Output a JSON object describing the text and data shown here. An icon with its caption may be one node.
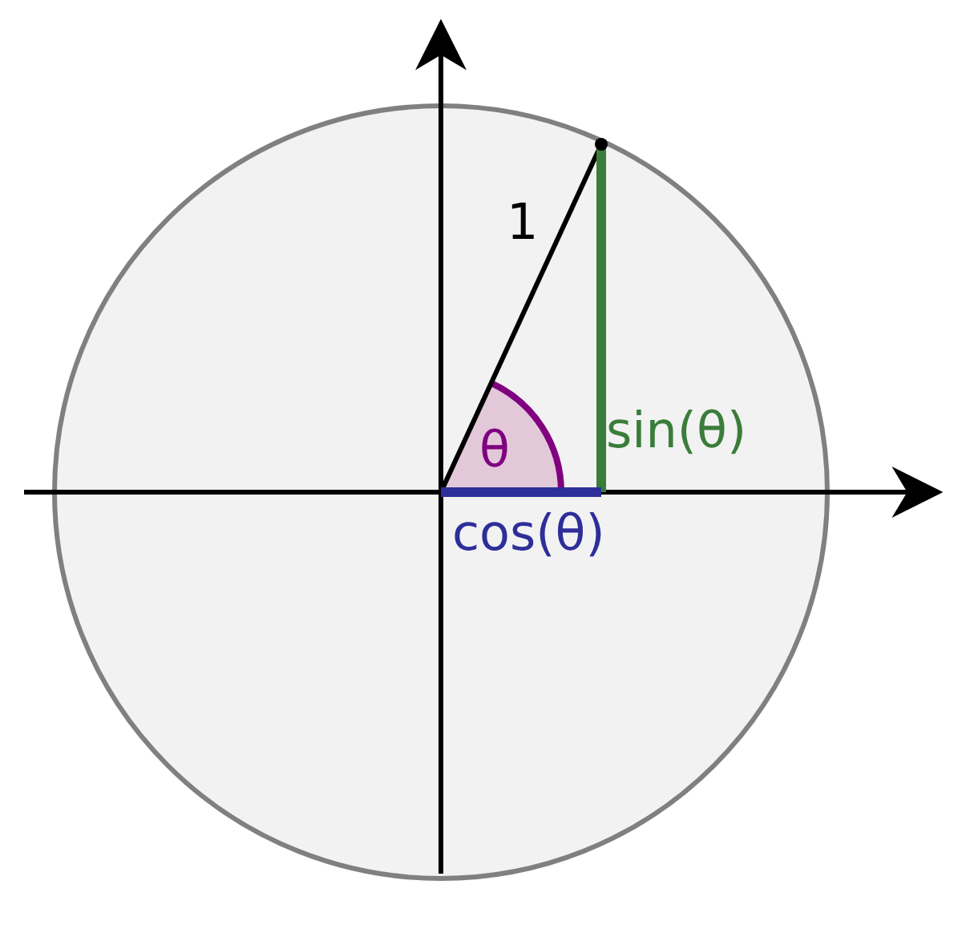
{
  "diagram": {
    "labels": [
      "1",
      "θ",
      "sin(θ)",
      "cos(θ)"
    ]
  }
}
